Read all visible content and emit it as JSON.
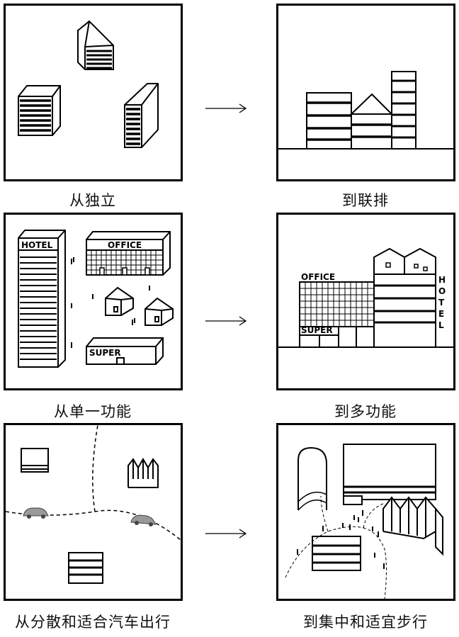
{
  "rows": [
    {
      "left": {
        "caption": "从独立"
      },
      "right": {
        "caption": "到联排"
      }
    },
    {
      "left": {
        "caption": "从单一功能",
        "labels": {
          "hotel": "HOTEL",
          "office": "OFFICE",
          "super": "SUPER"
        }
      },
      "right": {
        "caption": "到多功能",
        "labels": {
          "office": "OFFICE",
          "super": "SUPER",
          "hotel_vertical": [
            "H",
            "O",
            "T",
            "E",
            "L"
          ]
        }
      }
    },
    {
      "left": {
        "caption": "从分散和适合汽车出行"
      },
      "right": {
        "caption": "到集中和适宜步行"
      }
    }
  ],
  "icons": [
    "arrow-right-icon",
    "building-icon",
    "house-icon",
    "car-icon",
    "tree-icon",
    "people-icon"
  ]
}
